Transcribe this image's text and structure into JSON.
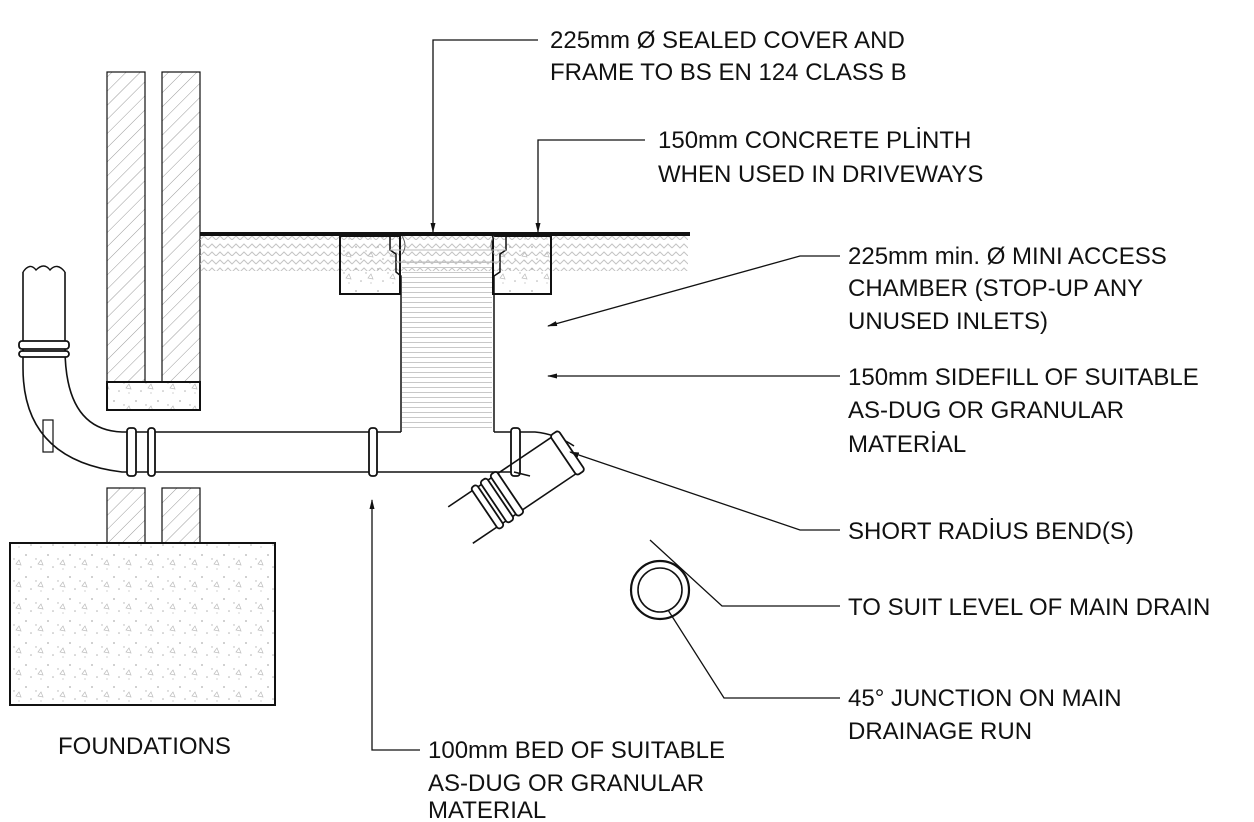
{
  "labels": {
    "cover": [
      "225mm Ø SEALED COVER AND",
      "FRAME TO BS EN 124 CLASS B"
    ],
    "plinth": [
      "150mm CONCRETE PLİNTH",
      "WHEN USED IN DRIVEWAYS"
    ],
    "chamber": [
      "225mm min. Ø MINI ACCESS",
      "CHAMBER (STOP-UP ANY",
      "UNUSED INLETS)"
    ],
    "sidefill": [
      "150mm SIDEFILL OF SUITABLE",
      "AS-DUG OR GRANULAR",
      "MATERİAL"
    ],
    "bend": [
      "SHORT RADİUS BEND(S)"
    ],
    "level": [
      "TO SUIT LEVEL OF MAIN DRAIN"
    ],
    "junction": [
      "45° JUNCTION ON  MAIN",
      "DRAINAGE RUN"
    ],
    "bed": [
      "100mm BED OF SUITABLE",
      "AS-DUG OR GRANULAR",
      "MATERIAL"
    ],
    "foundations": [
      "FOUNDATIONS"
    ]
  },
  "colors": {
    "line": "#111111",
    "hatch": "#9a9a9a",
    "paper": "#ffffff"
  }
}
